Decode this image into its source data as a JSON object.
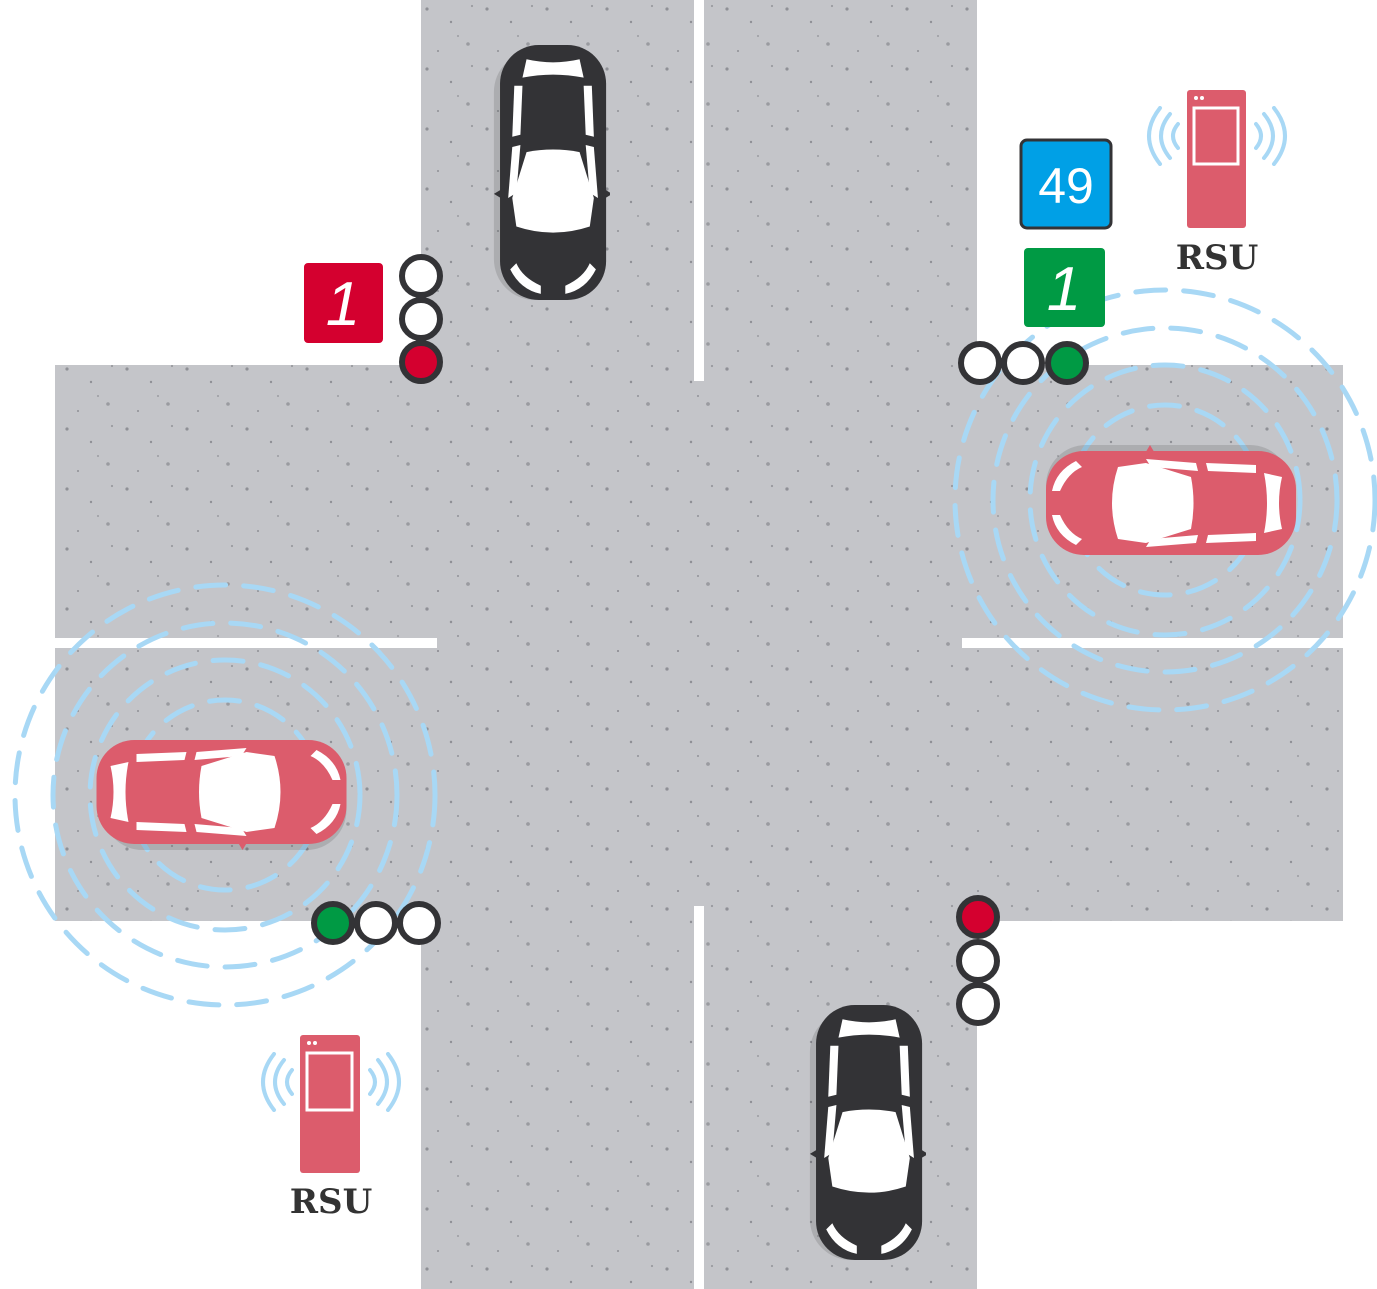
{
  "scene": "intersection",
  "colors": {
    "road": "#c4c5c9",
    "car_dark": "#333336",
    "car_red": "#dc5c6c",
    "signal_red": "#d4002f",
    "signal_green": "#009a44",
    "speed_sign_blue": "#00a0e6",
    "wave_blue": "#a8d8f5"
  },
  "signs": {
    "red_countdown": "1",
    "speed_limit": "49",
    "green_countdown": "1"
  },
  "rsu": [
    {
      "label": "RSU"
    },
    {
      "label": "RSU"
    }
  ],
  "traffic_lights": [
    {
      "position": "north-west",
      "active": "red"
    },
    {
      "position": "north-east",
      "active": "green"
    },
    {
      "position": "south-west",
      "active": "green"
    },
    {
      "position": "south-east",
      "active": "red"
    }
  ]
}
